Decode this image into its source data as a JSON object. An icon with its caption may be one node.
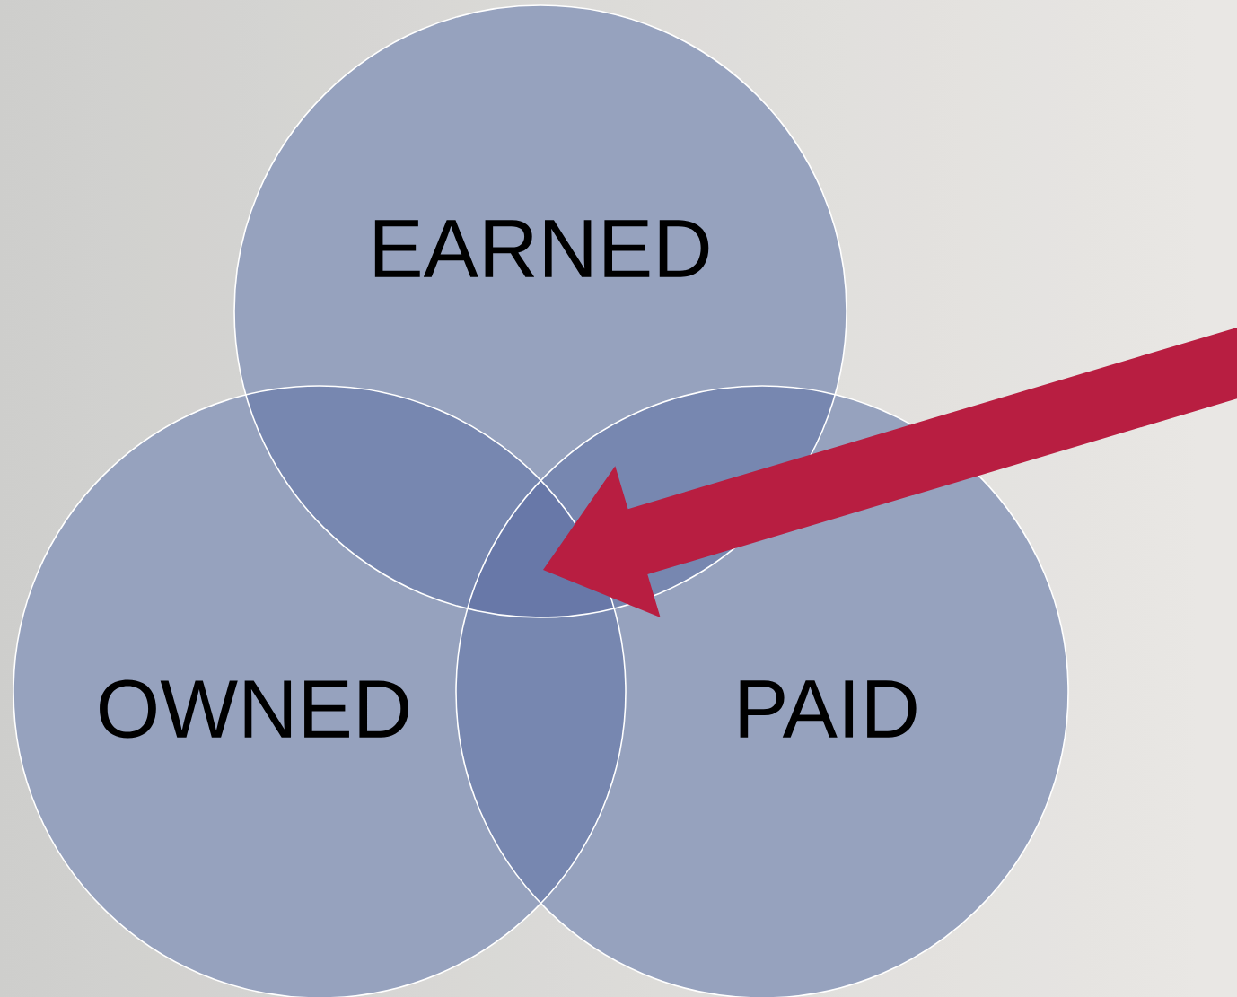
{
  "diagram": {
    "nodes": [
      {
        "text": [
          "EARNED"
        ]
      },
      {
        "text": [
          "OWNED"
        ]
      },
      {
        "text": [
          "PAID"
        ]
      }
    ]
  }
}
